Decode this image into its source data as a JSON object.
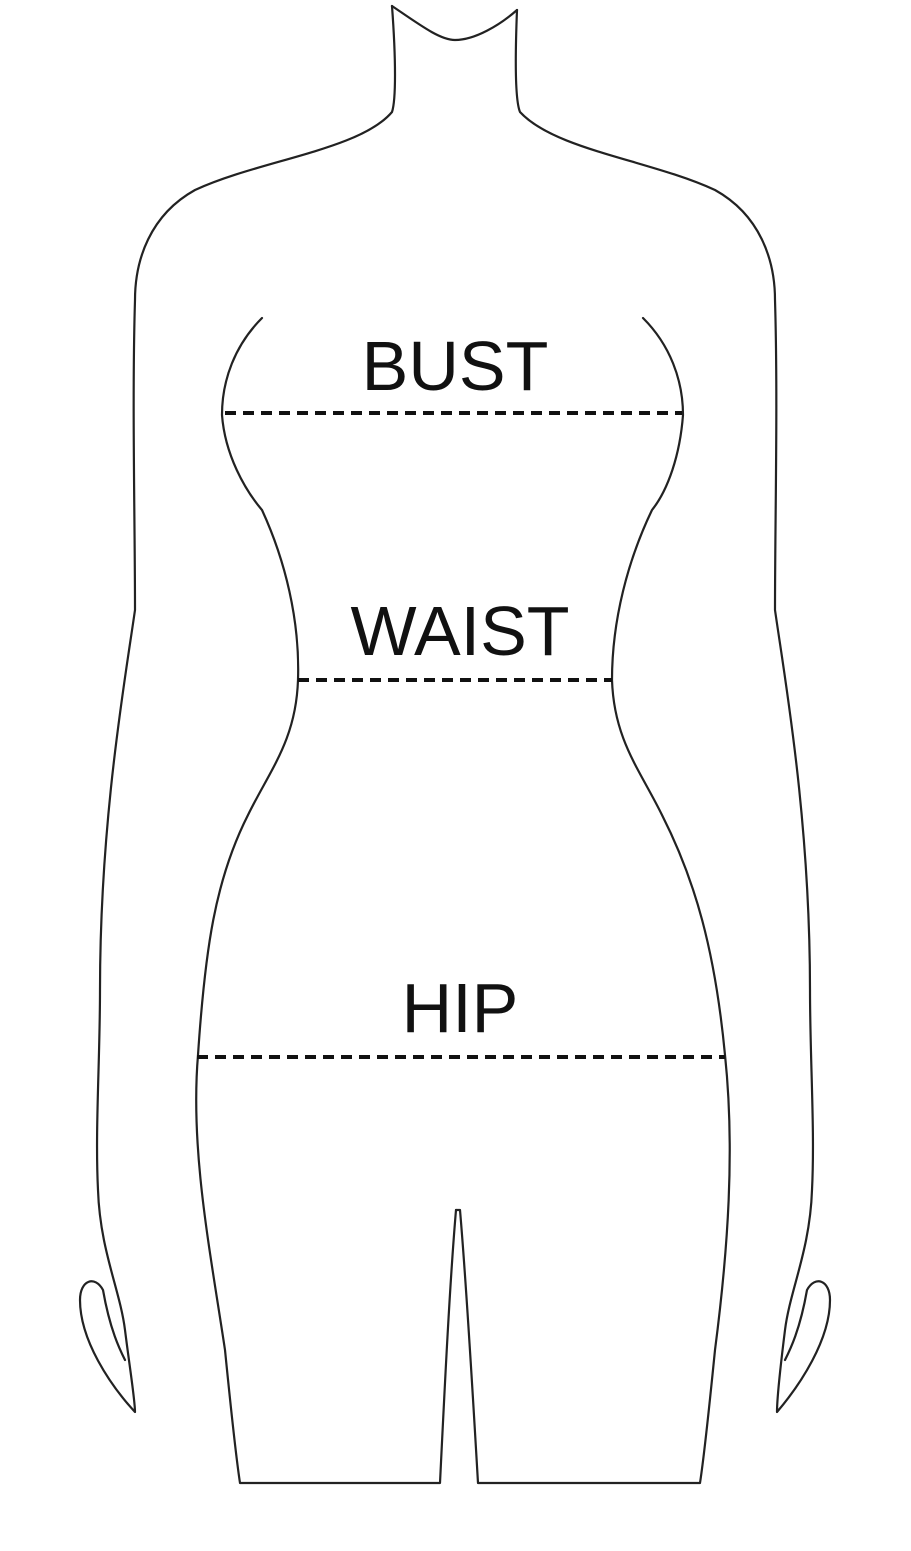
{
  "measurements": [
    {
      "id": "bust",
      "label": "BUST"
    },
    {
      "id": "waist",
      "label": "WAIST"
    },
    {
      "id": "hip",
      "label": "HIP"
    }
  ],
  "colors": {
    "outline": "#222222",
    "text": "#111111",
    "background": "#ffffff"
  }
}
